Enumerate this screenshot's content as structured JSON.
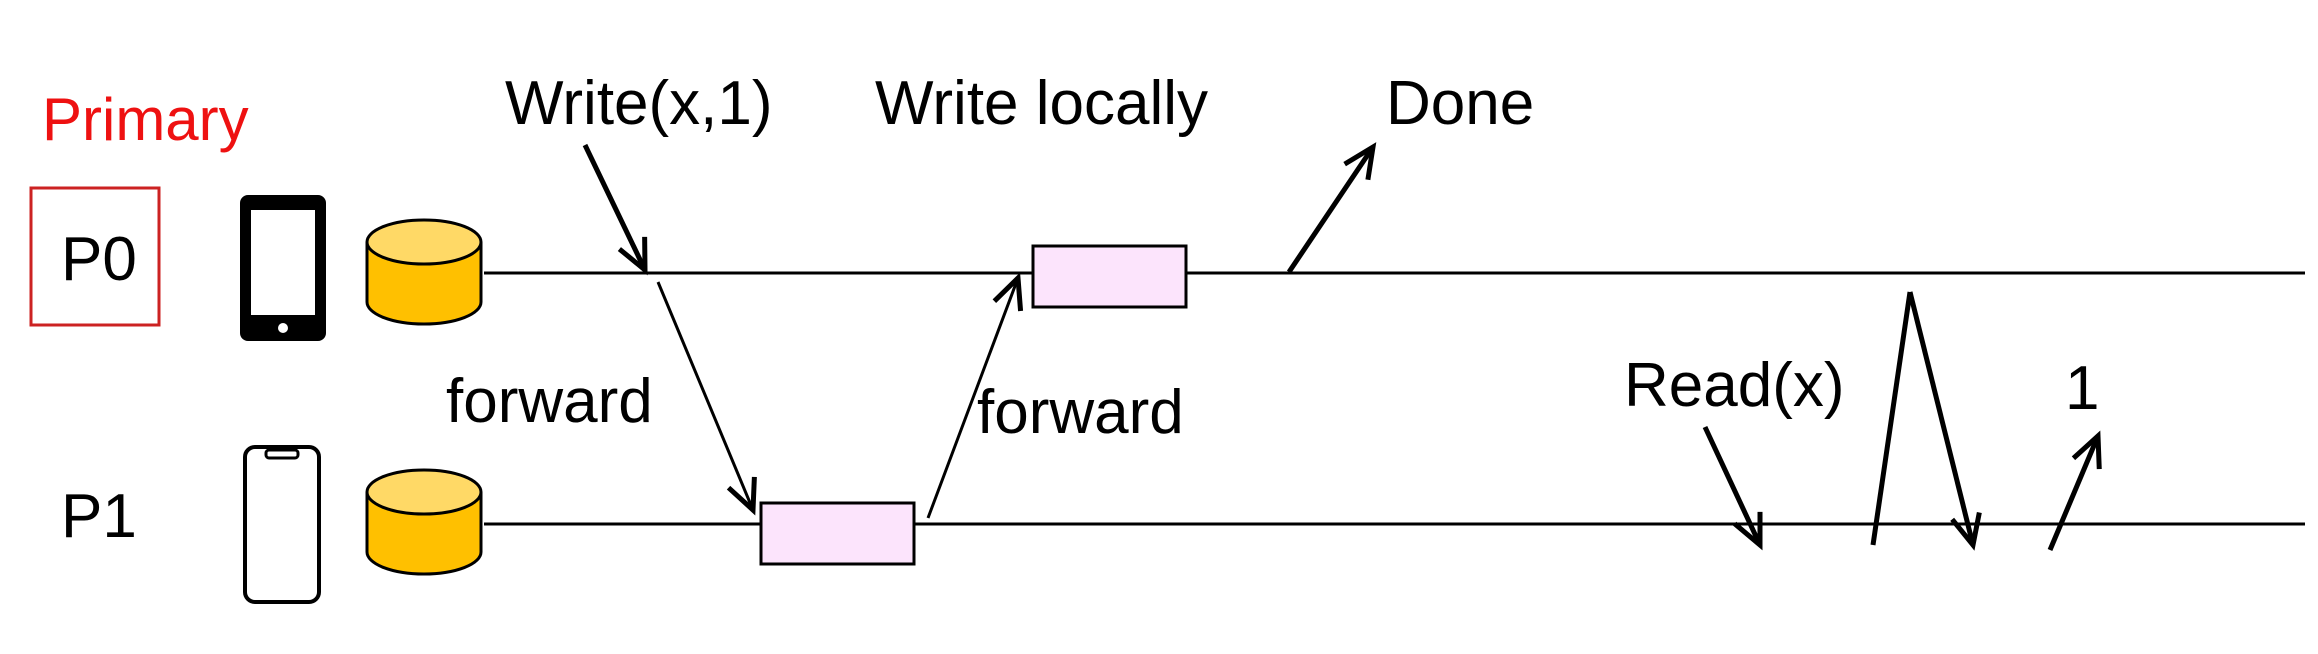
{
  "processes": [
    {
      "id": "P0",
      "label": "P0",
      "role": "Primary",
      "device": "phone-filled-icon"
    },
    {
      "id": "P1",
      "label": "P1",
      "device": "phone-outline-icon"
    }
  ],
  "annotations": {
    "write_request": "Write(x,1)",
    "write_locally": "Write locally",
    "done": "Done",
    "forward_down": "forward",
    "forward_up": "forward",
    "read_request": "Read(x)",
    "read_result": "1"
  },
  "colors": {
    "primary_label": "#ee1111",
    "primary_box": "#cc2222",
    "storage_fill": "#ffc000",
    "storage_top": "#ffd966",
    "operation_box": "#fce4fc",
    "line": "#000000"
  }
}
